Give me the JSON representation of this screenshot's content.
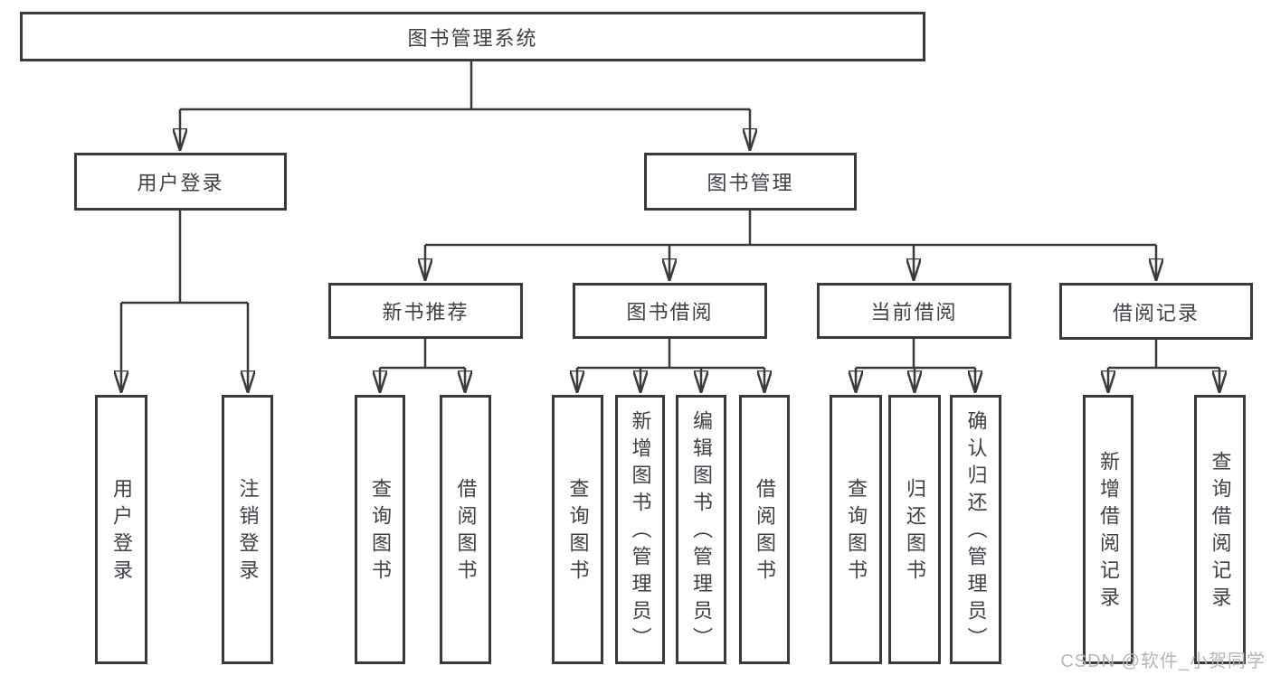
{
  "tree": {
    "root": {
      "label": "图书管理系统",
      "children": [
        {
          "label": "用户登录",
          "children": [
            {
              "label": "用户登录"
            },
            {
              "label": "注销登录"
            }
          ]
        },
        {
          "label": "图书管理",
          "children": [
            {
              "label": "新书推荐",
              "children": [
                {
                  "label": "查询图书"
                },
                {
                  "label": "借阅图书"
                }
              ]
            },
            {
              "label": "图书借阅",
              "children": [
                {
                  "label": "查询图书"
                },
                {
                  "label": "新增图书（管理员）"
                },
                {
                  "label": "编辑图书（管理员）"
                },
                {
                  "label": "借阅图书"
                }
              ]
            },
            {
              "label": "当前借阅",
              "children": [
                {
                  "label": "查询图书"
                },
                {
                  "label": "归还图书"
                },
                {
                  "label": "确认归还（管理员）"
                }
              ]
            },
            {
              "label": "借阅记录",
              "children": [
                {
                  "label": "新增借阅记录"
                },
                {
                  "label": "查询借阅记录"
                }
              ]
            }
          ]
        }
      ]
    }
  },
  "colors": {
    "line": "#3a3a3a",
    "text": "#3d4045",
    "watermark_gray": "#b5b5b5",
    "background": "#ffffff"
  },
  "watermark": {
    "text": "CSDN @软件_小贺同学"
  }
}
